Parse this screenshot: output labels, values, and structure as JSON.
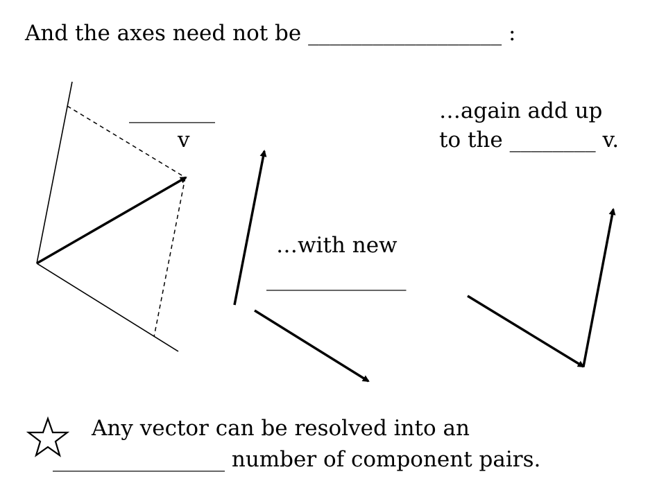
{
  "slide": {
    "title": "And the axes need not be __________________ :",
    "left_label_blank": "________",
    "left_label_v": "v",
    "right_note_line1": "…again add up",
    "right_note_line2": "to the ________ v.",
    "middle_note_line1": "…with new",
    "middle_note_line2": "_____________",
    "footer_line1": "Any vector can be resolved into an",
    "footer_line2": "________________ number of component pairs.",
    "star_icon": "star-outline"
  }
}
